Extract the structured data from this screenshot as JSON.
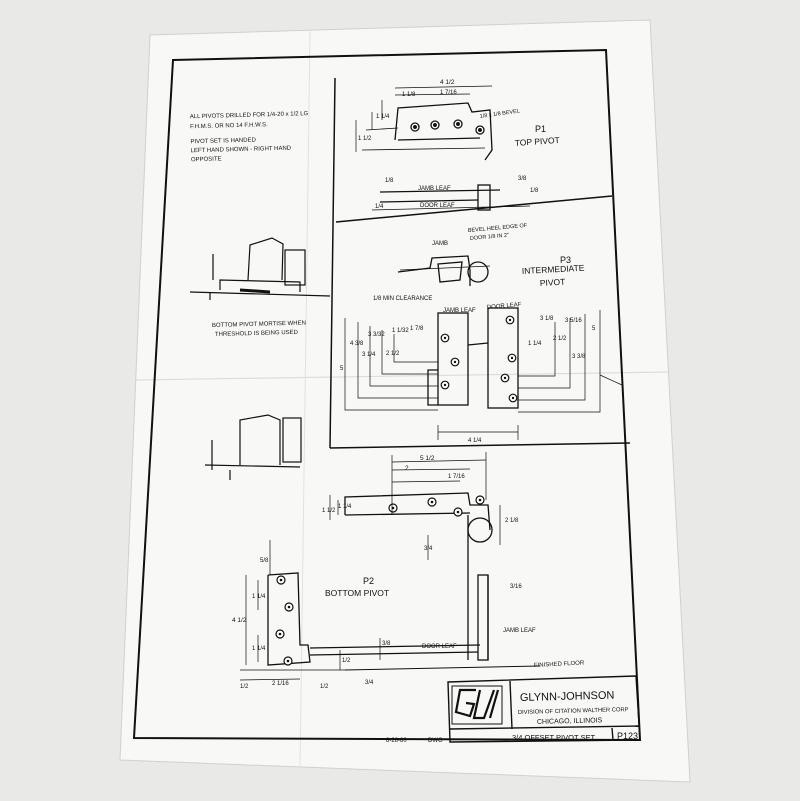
{
  "notes": {
    "line1": "ALL PIVOTS DRILLED FOR 1/4-20 x 1/2 LG",
    "line2": "F.H.M.S. OR NO 14 F.H.W.S.",
    "line3": "PIVOT SET IS HANDED",
    "line4": "LEFT HAND SHOWN - RIGHT HAND",
    "line5": "OPPOSITE"
  },
  "top_pivot": {
    "code": "P1",
    "name": "TOP PIVOT",
    "bevel_note": "1/8 x 1/8 BEVEL",
    "jamb_leaf": "JAMB LEAF",
    "door_leaf": "DOOR LEAF",
    "dims": [
      "4 1/2",
      "1 1/8",
      "1 7/16",
      "1 1/4",
      "1 1/2",
      "1/8",
      "1/4",
      "3/8",
      "1/8"
    ]
  },
  "intermediate_pivot": {
    "code": "P3",
    "name_line1": "INTERMEDIATE",
    "name_line2": "PIVOT",
    "jamb": "JAMB",
    "bevel_line1": "BEVEL HEEL EDGE OF",
    "bevel_line2": "DOOR 1/8 IN 2\"",
    "clearance": "1/8 MIN CLEARANCE",
    "jamb_leaf": "JAMB LEAF",
    "door_leaf": "DOOR LEAF",
    "dims_left": [
      "4 3/8",
      "3 3/32",
      "1 1/32",
      "3 1/4",
      "2 1/2",
      "5",
      "1 7/8"
    ],
    "dims_right": [
      "3 1/8",
      "3 5/16",
      "1 1/4",
      "2 1/2",
      "5",
      "3 3/8"
    ],
    "dims_bottom": "4 1/4"
  },
  "bottom_mortise": {
    "caption_line1": "BOTTOM PIVOT MORTISE WHEN",
    "caption_line2": "THRESHOLD IS BEING USED"
  },
  "bottom_pivot": {
    "code": "P2",
    "name": "BOTTOM PIVOT",
    "door_leaf": "DOOR LEAF",
    "jamb_leaf": "JAMB LEAF",
    "finished_floor": "FINISHED FLOOR",
    "dims_top": [
      "5 1/2",
      "2",
      "1 7/16",
      "1 1/4",
      "1 1/2",
      "2 1/8",
      "3/4"
    ],
    "dims_left": [
      "5/8",
      "4 1/2",
      "1 1/4",
      "1 1/4",
      "1/2",
      "2 1/16",
      "1/2",
      "3/4"
    ],
    "dims_right": [
      "3/16",
      "3/8",
      "1/2"
    ]
  },
  "title_block": {
    "company": "GLYNN-JOHNSON",
    "division": "DIVISION OF CITATION WALTHER CORP",
    "city": "CHICAGO, ILLINOIS",
    "product": "3/4 OFFSET PIVOT SET",
    "drawing_no": "P123",
    "date": "8-28-80",
    "dwg": "DWG"
  },
  "colors": {
    "paper": "#f9f9f7",
    "ink": "#111111",
    "background": "#e9e9e7"
  }
}
